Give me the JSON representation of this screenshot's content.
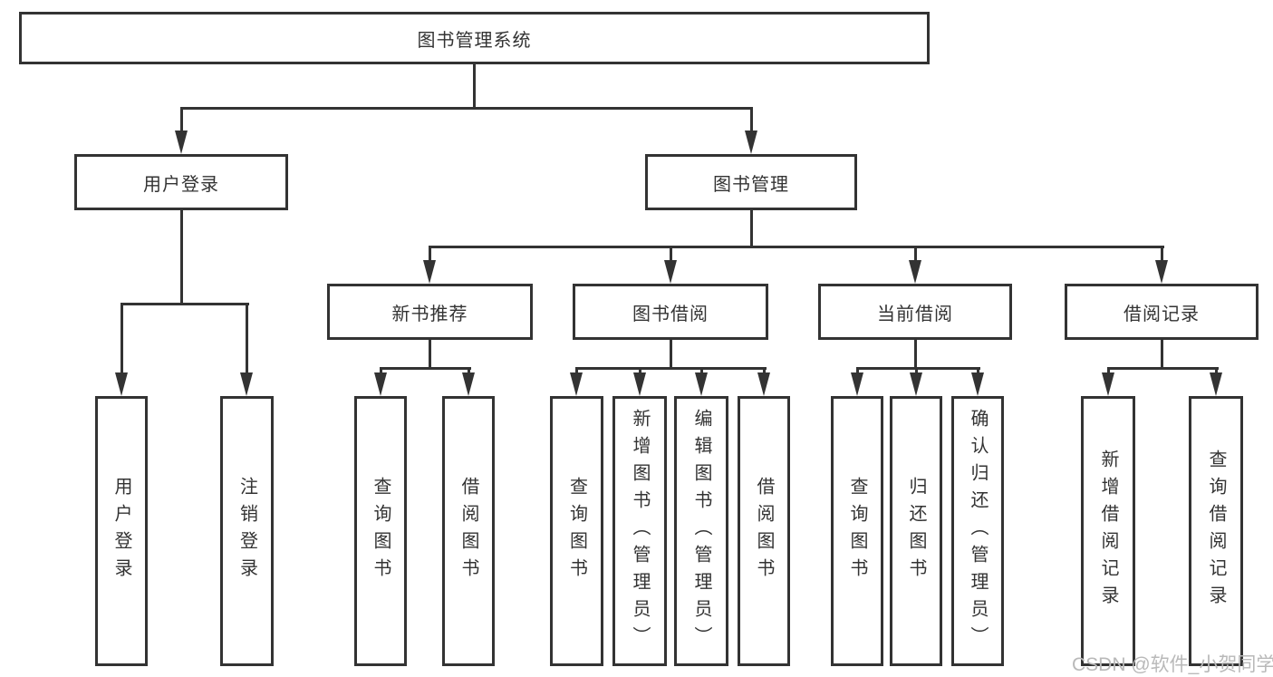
{
  "diagram": {
    "root": {
      "label": "图书管理系统"
    },
    "level2": {
      "user_login": {
        "label": "用户登录"
      },
      "book_management": {
        "label": "图书管理"
      }
    },
    "level3": {
      "new_book_recommend": {
        "label": "新书推荐"
      },
      "book_borrow": {
        "label": "图书借阅"
      },
      "current_borrow": {
        "label": "当前借阅"
      },
      "borrow_records": {
        "label": "借阅记录"
      }
    },
    "leaves": {
      "user_login": {
        "label": "用户登录"
      },
      "logout": {
        "label": "注销登录"
      },
      "query_book_recommend": {
        "label": "查询图书"
      },
      "borrow_book_recommend": {
        "label": "借阅图书"
      },
      "query_book_borrow": {
        "label": "查询图书"
      },
      "add_book_admin": {
        "label": "新增图书（管理员）"
      },
      "edit_book_admin": {
        "label": "编辑图书（管理员）"
      },
      "borrow_book_main": {
        "label": "借阅图书"
      },
      "query_book_current": {
        "label": "查询图书"
      },
      "return_book": {
        "label": "归还图书"
      },
      "confirm_return_admin": {
        "label": "确认归还（管理员）"
      },
      "add_borrow_record": {
        "label": "新增借阅记录"
      },
      "query_borrow_record": {
        "label": "查询借阅记录"
      }
    }
  },
  "watermark": {
    "text": "CSDN @软件_小贺同学"
  },
  "colors": {
    "line": "#333333",
    "box_border": "#333333",
    "text": "#333333",
    "background": "#ffffff",
    "watermark": "#b9b9b9"
  }
}
